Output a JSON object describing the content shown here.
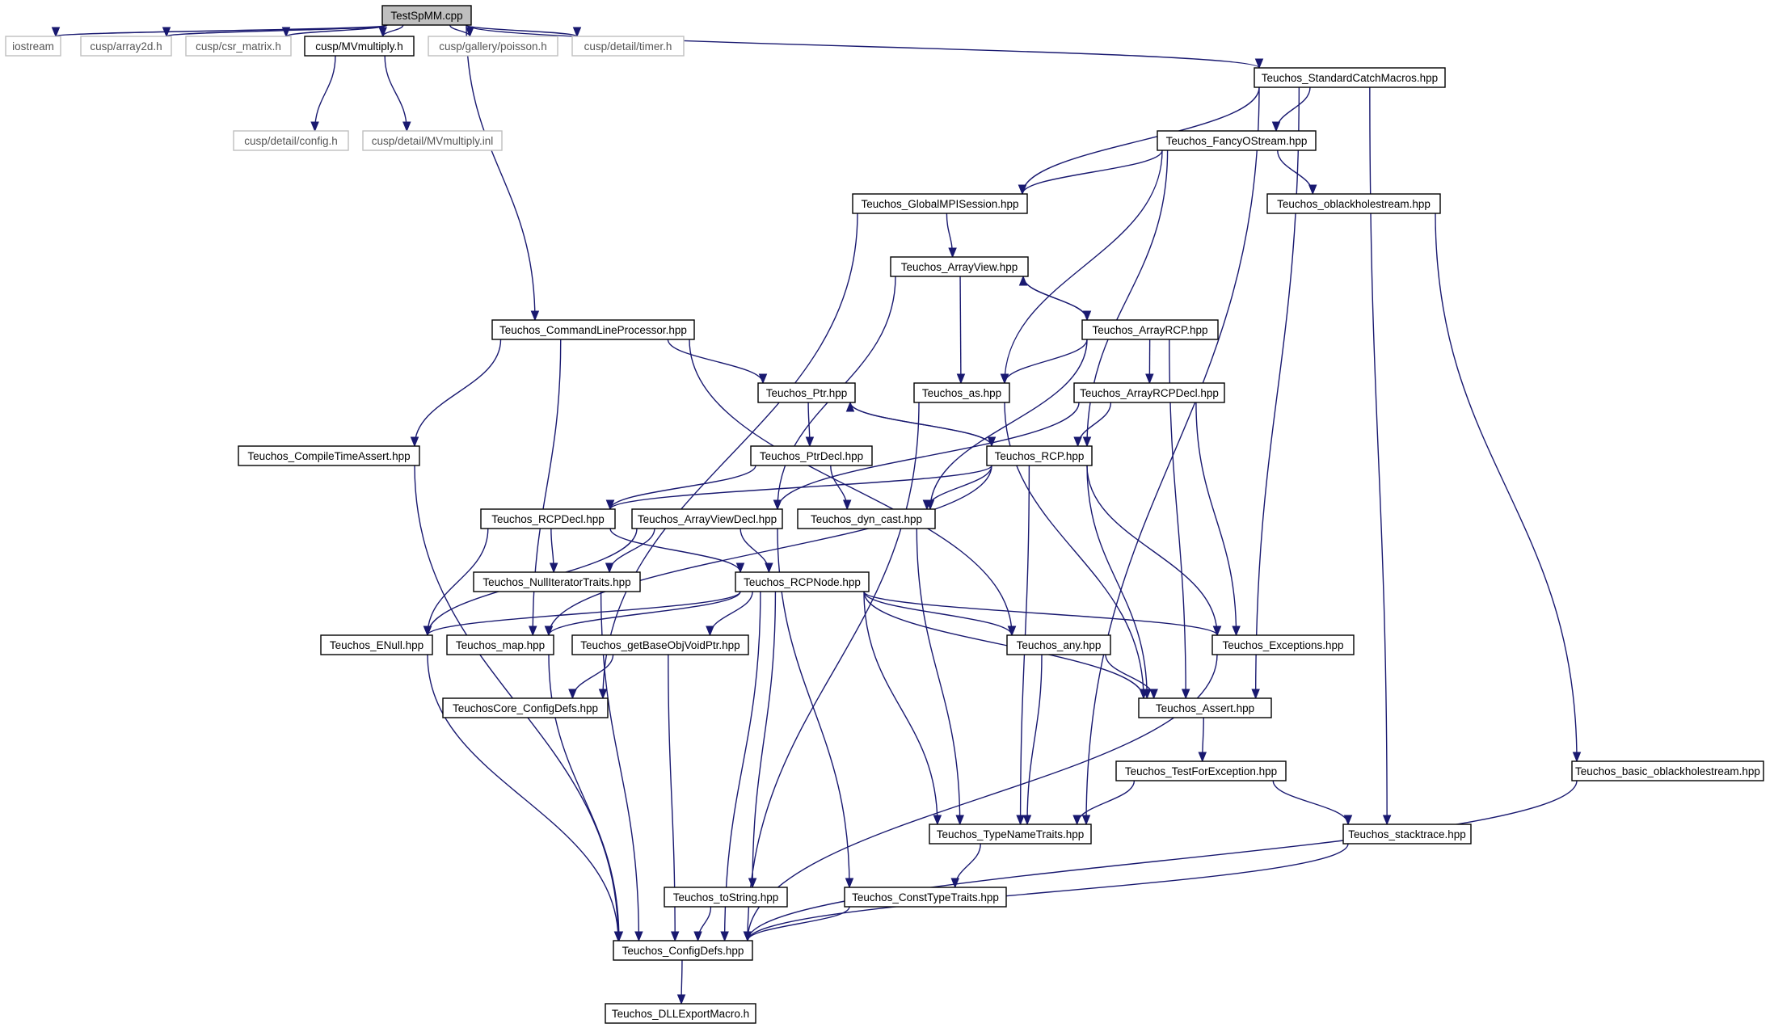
{
  "graph": {
    "nodes": [
      {
        "id": "testspmm",
        "label": "TestSpMM.cpp",
        "kind": "root"
      },
      {
        "id": "iostream",
        "label": "iostream",
        "kind": "external"
      },
      {
        "id": "array2d",
        "label": "cusp/array2d.h",
        "kind": "external"
      },
      {
        "id": "csr_matrix",
        "label": "cusp/csr_matrix.h",
        "kind": "external"
      },
      {
        "id": "mvmultiply_h",
        "label": "cusp/MVmultiply.h",
        "kind": "file"
      },
      {
        "id": "poisson",
        "label": "cusp/gallery/poisson.h",
        "kind": "external"
      },
      {
        "id": "timer",
        "label": "cusp/detail/timer.h",
        "kind": "external"
      },
      {
        "id": "config_h",
        "label": "cusp/detail/config.h",
        "kind": "external"
      },
      {
        "id": "mvmultiply_inl",
        "label": "cusp/detail/MVmultiply.inl",
        "kind": "external"
      },
      {
        "id": "standardcatch",
        "label": "Teuchos_StandardCatchMacros.hpp",
        "kind": "file"
      },
      {
        "id": "fancyostream",
        "label": "Teuchos_FancyOStream.hpp",
        "kind": "file"
      },
      {
        "id": "globalmpi",
        "label": "Teuchos_GlobalMPISession.hpp",
        "kind": "file"
      },
      {
        "id": "oblackhole",
        "label": "Teuchos_oblackholestream.hpp",
        "kind": "file"
      },
      {
        "id": "arrayview",
        "label": "Teuchos_ArrayView.hpp",
        "kind": "file"
      },
      {
        "id": "cmdline",
        "label": "Teuchos_CommandLineProcessor.hpp",
        "kind": "file"
      },
      {
        "id": "arrayrcp",
        "label": "Teuchos_ArrayRCP.hpp",
        "kind": "file"
      },
      {
        "id": "ptr",
        "label": "Teuchos_Ptr.hpp",
        "kind": "file"
      },
      {
        "id": "as",
        "label": "Teuchos_as.hpp",
        "kind": "file"
      },
      {
        "id": "arrayrcpdecl",
        "label": "Teuchos_ArrayRCPDecl.hpp",
        "kind": "file"
      },
      {
        "id": "compiletime",
        "label": "Teuchos_CompileTimeAssert.hpp",
        "kind": "file"
      },
      {
        "id": "ptrdecl",
        "label": "Teuchos_PtrDecl.hpp",
        "kind": "file"
      },
      {
        "id": "rcp",
        "label": "Teuchos_RCP.hpp",
        "kind": "file"
      },
      {
        "id": "rcpdecl",
        "label": "Teuchos_RCPDecl.hpp",
        "kind": "file"
      },
      {
        "id": "arrayviewdecl",
        "label": "Teuchos_ArrayViewDecl.hpp",
        "kind": "file"
      },
      {
        "id": "dyncast",
        "label": "Teuchos_dyn_cast.hpp",
        "kind": "file"
      },
      {
        "id": "nulliter",
        "label": "Teuchos_NullIteratorTraits.hpp",
        "kind": "file"
      },
      {
        "id": "rcpnode",
        "label": "Teuchos_RCPNode.hpp",
        "kind": "file"
      },
      {
        "id": "enull",
        "label": "Teuchos_ENull.hpp",
        "kind": "file"
      },
      {
        "id": "map",
        "label": "Teuchos_map.hpp",
        "kind": "file"
      },
      {
        "id": "getbaseobj",
        "label": "Teuchos_getBaseObjVoidPtr.hpp",
        "kind": "file"
      },
      {
        "id": "any",
        "label": "Teuchos_any.hpp",
        "kind": "file"
      },
      {
        "id": "exceptions",
        "label": "Teuchos_Exceptions.hpp",
        "kind": "file"
      },
      {
        "id": "coreconfig",
        "label": "TeuchosCore_ConfigDefs.hpp",
        "kind": "file"
      },
      {
        "id": "assert",
        "label": "Teuchos_Assert.hpp",
        "kind": "file"
      },
      {
        "id": "testforexc",
        "label": "Teuchos_TestForException.hpp",
        "kind": "file"
      },
      {
        "id": "basicoblack",
        "label": "Teuchos_basic_oblackholestream.hpp",
        "kind": "file"
      },
      {
        "id": "typename",
        "label": "Teuchos_TypeNameTraits.hpp",
        "kind": "file"
      },
      {
        "id": "stacktrace",
        "label": "Teuchos_stacktrace.hpp",
        "kind": "file"
      },
      {
        "id": "tostring",
        "label": "Teuchos_toString.hpp",
        "kind": "file"
      },
      {
        "id": "consttype",
        "label": "Teuchos_ConstTypeTraits.hpp",
        "kind": "file"
      },
      {
        "id": "configdefs",
        "label": "Teuchos_ConfigDefs.hpp",
        "kind": "file"
      },
      {
        "id": "dllexport",
        "label": "Teuchos_DLLExportMacro.h",
        "kind": "file"
      }
    ],
    "edges": [
      [
        "testspmm",
        "iostream"
      ],
      [
        "testspmm",
        "array2d"
      ],
      [
        "testspmm",
        "csr_matrix"
      ],
      [
        "testspmm",
        "mvmultiply_h"
      ],
      [
        "testspmm",
        "poisson"
      ],
      [
        "testspmm",
        "timer"
      ],
      [
        "testspmm",
        "standardcatch"
      ],
      [
        "testspmm",
        "cmdline"
      ],
      [
        "mvmultiply_h",
        "config_h"
      ],
      [
        "mvmultiply_h",
        "mvmultiply_inl"
      ],
      [
        "standardcatch",
        "fancyostream"
      ],
      [
        "standardcatch",
        "globalmpi"
      ],
      [
        "standardcatch",
        "assert"
      ],
      [
        "standardcatch",
        "typename"
      ],
      [
        "standardcatch",
        "stacktrace"
      ],
      [
        "fancyostream",
        "globalmpi"
      ],
      [
        "fancyostream",
        "oblackhole"
      ],
      [
        "fancyostream",
        "as"
      ],
      [
        "fancyostream",
        "rcp"
      ],
      [
        "globalmpi",
        "arrayview"
      ],
      [
        "globalmpi",
        "coreconfig"
      ],
      [
        "oblackhole",
        "basicoblack"
      ],
      [
        "arrayview",
        "arrayrcp"
      ],
      [
        "arrayview",
        "as"
      ],
      [
        "arrayview",
        "arrayviewdecl"
      ],
      [
        "arrayrcp",
        "arrayview"
      ],
      [
        "arrayrcp",
        "as"
      ],
      [
        "arrayrcp",
        "arrayrcpdecl"
      ],
      [
        "arrayrcp",
        "dyncast"
      ],
      [
        "arrayrcp",
        "assert"
      ],
      [
        "cmdline",
        "ptr"
      ],
      [
        "cmdline",
        "compiletime"
      ],
      [
        "cmdline",
        "map"
      ],
      [
        "cmdline",
        "any"
      ],
      [
        "as",
        "assert"
      ],
      [
        "as",
        "configdefs"
      ],
      [
        "ptr",
        "ptrdecl"
      ],
      [
        "ptr",
        "rcp"
      ],
      [
        "rcp",
        "ptr"
      ],
      [
        "rcp",
        "rcpdecl"
      ],
      [
        "rcp",
        "dyncast"
      ],
      [
        "rcp",
        "map"
      ],
      [
        "rcp",
        "typename"
      ],
      [
        "rcp",
        "assert"
      ],
      [
        "rcp",
        "exceptions"
      ],
      [
        "arrayrcpdecl",
        "rcp"
      ],
      [
        "arrayrcpdecl",
        "arrayviewdecl"
      ],
      [
        "arrayrcpdecl",
        "exceptions"
      ],
      [
        "ptrdecl",
        "rcpdecl"
      ],
      [
        "ptrdecl",
        "dyncast"
      ],
      [
        "compiletime",
        "configdefs"
      ],
      [
        "rcpdecl",
        "nulliter"
      ],
      [
        "rcpdecl",
        "rcpnode"
      ],
      [
        "rcpdecl",
        "enull"
      ],
      [
        "arrayviewdecl",
        "rcpnode"
      ],
      [
        "arrayviewdecl",
        "nulliter"
      ],
      [
        "arrayviewdecl",
        "enull"
      ],
      [
        "arrayviewdecl",
        "consttype"
      ],
      [
        "dyncast",
        "typename"
      ],
      [
        "nulliter",
        "configdefs"
      ],
      [
        "rcpnode",
        "enull"
      ],
      [
        "rcpnode",
        "map"
      ],
      [
        "rcpnode",
        "getbaseobj"
      ],
      [
        "rcpnode",
        "any"
      ],
      [
        "rcpnode",
        "exceptions"
      ],
      [
        "rcpnode",
        "assert"
      ],
      [
        "rcpnode",
        "typename"
      ],
      [
        "rcpnode",
        "tostring"
      ],
      [
        "rcpnode",
        "configdefs"
      ],
      [
        "enull",
        "configdefs"
      ],
      [
        "map",
        "configdefs"
      ],
      [
        "getbaseobj",
        "coreconfig"
      ],
      [
        "getbaseobj",
        "configdefs"
      ],
      [
        "any",
        "assert"
      ],
      [
        "any",
        "typename"
      ],
      [
        "exceptions",
        "configdefs"
      ],
      [
        "assert",
        "testforexc"
      ],
      [
        "testforexc",
        "typename"
      ],
      [
        "testforexc",
        "stacktrace"
      ],
      [
        "basicoblack",
        "configdefs"
      ],
      [
        "typename",
        "consttype"
      ],
      [
        "stacktrace",
        "configdefs"
      ],
      [
        "tostring",
        "configdefs"
      ],
      [
        "consttype",
        "configdefs"
      ],
      [
        "configdefs",
        "dllexport"
      ]
    ]
  }
}
